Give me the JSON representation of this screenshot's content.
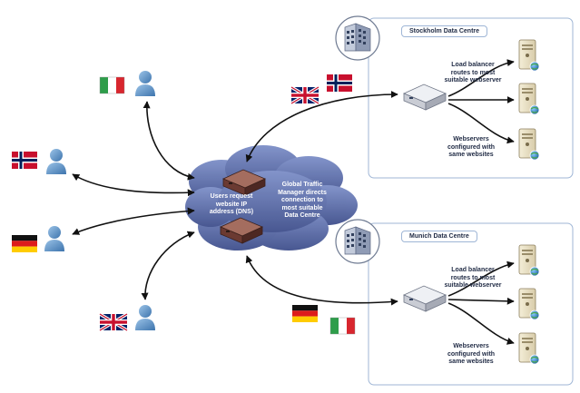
{
  "cloud": {
    "users_request": "Users request\nwebsite IP\naddress (DNS)",
    "gtm": "Global Traffic\nManager directs\nconnection to\nmost suitable\nData Centre"
  },
  "datacentres": [
    {
      "name": "Stockholm Data Centre",
      "lb_text": "Load balancer\nroutes to most\nsuitable webserver",
      "ws_text": "Webservers\nconfigured with\nsame websites"
    },
    {
      "name": "Munich Data Centre",
      "lb_text": "Load balancer\nroutes to most\nsuitable webserver",
      "ws_text": "Webservers\nconfigured with\nsame websites"
    }
  ],
  "users": [
    {
      "flag": "italy"
    },
    {
      "flag": "norway"
    },
    {
      "flag": "germany"
    },
    {
      "flag": "uk"
    }
  ],
  "colors": {
    "box_border": "#9fb6d6",
    "cloud": "#5b6fae",
    "arrow": "#111111",
    "user": "#5b93c8",
    "device": "#6b3a32"
  }
}
